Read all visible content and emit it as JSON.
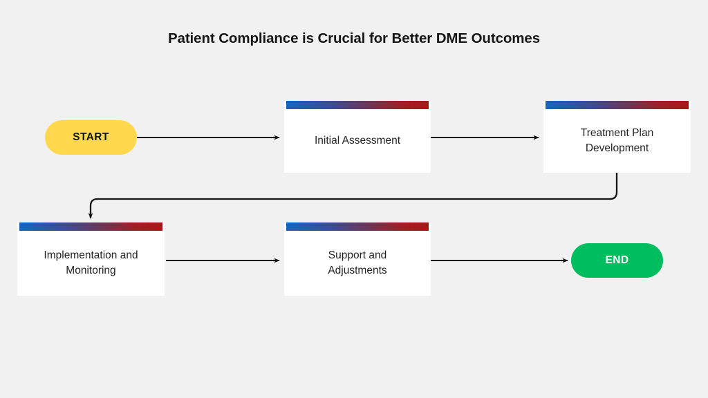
{
  "page": {
    "title": "Patient Compliance is Crucial for Better DME Outcomes",
    "background_color": "#f1f1f1"
  },
  "colors": {
    "start_fill": "#ffd84d",
    "start_text": "#141414",
    "end_fill": "#00bd60",
    "end_text": "#ffffff",
    "box_fill": "#ffffff",
    "accent_gradient_from": "#1565c0",
    "accent_gradient_to": "#aa1616",
    "connector": "#161616",
    "title_text": "#161616"
  },
  "flow": {
    "terminals": {
      "start": {
        "label": "START"
      },
      "end": {
        "label": "END"
      }
    },
    "steps": [
      {
        "id": "initial-assessment",
        "label": "Initial Assessment"
      },
      {
        "id": "treatment-plan-development",
        "label": "Treatment Plan\nDevelopment"
      },
      {
        "id": "implementation-and-monitoring",
        "label": "Implementation and\nMonitoring"
      },
      {
        "id": "support-and-adjustments",
        "label": "Support and\nAdjustments"
      }
    ],
    "connectors": [
      {
        "from": "START",
        "to": "Initial Assessment",
        "style": "straight-right"
      },
      {
        "from": "Initial Assessment",
        "to": "Treatment Plan Development",
        "style": "straight-right"
      },
      {
        "from": "Treatment Plan Development",
        "to": "Implementation and Monitoring",
        "style": "elbow-down-left-down"
      },
      {
        "from": "Implementation and Monitoring",
        "to": "Support and Adjustments",
        "style": "straight-right"
      },
      {
        "from": "Support and Adjustments",
        "to": "END",
        "style": "straight-right"
      }
    ]
  }
}
